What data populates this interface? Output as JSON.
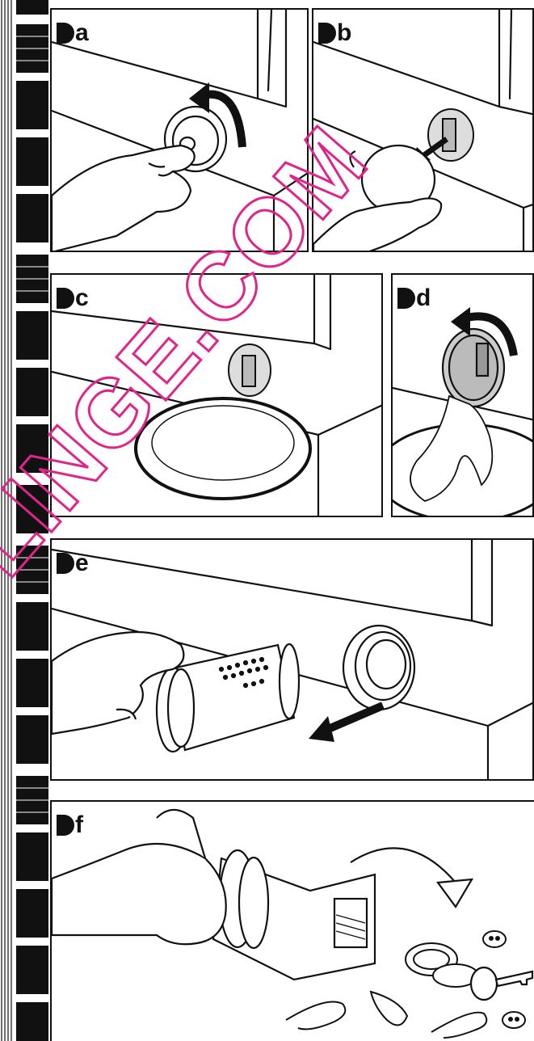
{
  "panels": [
    {
      "id": "a",
      "label": "a"
    },
    {
      "id": "b",
      "label": "b"
    },
    {
      "id": "c",
      "label": "c"
    },
    {
      "id": "d",
      "label": "d"
    },
    {
      "id": "e",
      "label": "e"
    },
    {
      "id": "f",
      "label": "f"
    }
  ],
  "watermark": {
    "text": "LINGE.COM",
    "color": "#e0248a"
  },
  "icons": [
    "hand-icon",
    "drain-filter-cap-icon",
    "rotate-arrow-icon",
    "pull-out-arrow-icon",
    "drip-bowl-icon",
    "water-stream-icon",
    "filter-cartridge-icon",
    "coin-icon",
    "key-icon",
    "paperclip-icon",
    "button-icon"
  ]
}
